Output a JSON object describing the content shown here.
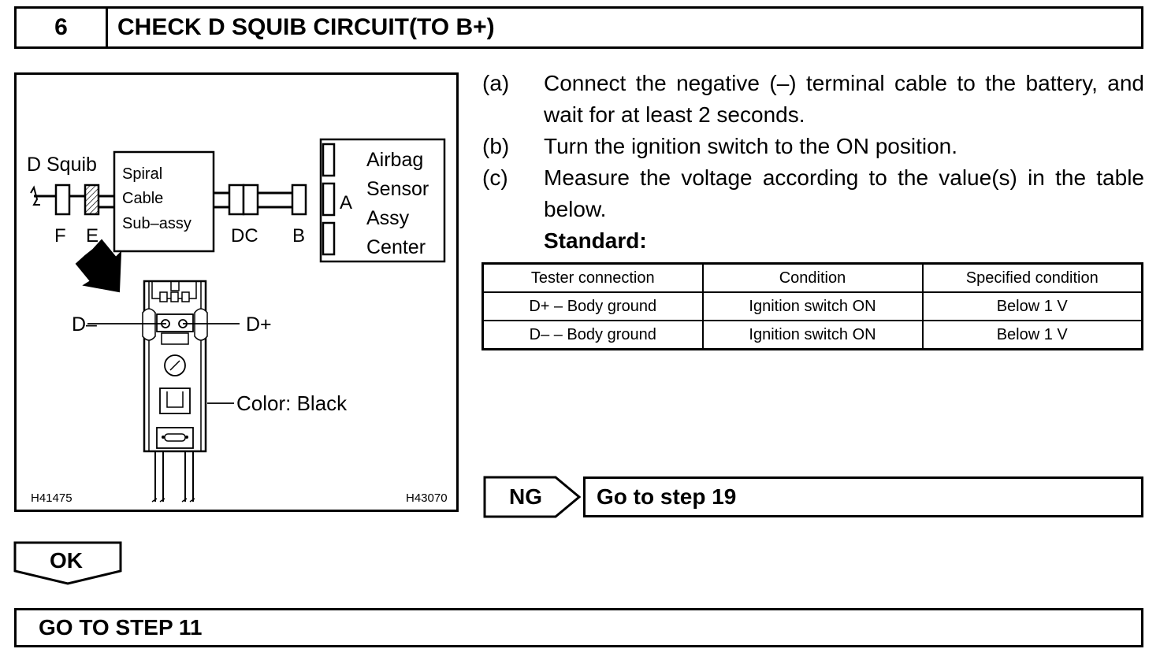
{
  "step": {
    "number": "6",
    "title": "CHECK D SQUIB CIRCUIT(TO B+)"
  },
  "figure": {
    "labels": {
      "d_squib": "D Squib",
      "spiral_line1": "Spiral",
      "spiral_line2": "Cable",
      "spiral_line3": "Sub–assy",
      "airbag_line1": "Airbag",
      "airbag_line2": "Sensor",
      "airbag_line3": "Assy",
      "airbag_line4": "Center",
      "connector_a": "A",
      "connector_f": "F",
      "connector_e": "E",
      "connector_dc": "DC",
      "connector_b": "B",
      "terminal_d_minus": "D–",
      "terminal_d_plus": "D+",
      "color": "Color: Black",
      "code_left": "H41475",
      "code_right": "H43070"
    }
  },
  "procedure": [
    {
      "label": "(a)",
      "text": "Connect the negative (–) terminal cable to the battery, and wait for at least 2 seconds."
    },
    {
      "label": "(b)",
      "text": "Turn the ignition switch to the ON position."
    },
    {
      "label": "(c)",
      "text": "Measure the voltage according to the value(s) in the table below."
    }
  ],
  "standard_label": "Standard:",
  "table": {
    "headers": [
      "Tester connection",
      "Condition",
      "Specified condition"
    ],
    "rows": [
      [
        "D+ – Body ground",
        "Ignition switch ON",
        "Below 1 V"
      ],
      [
        "D– – Body ground",
        "Ignition switch ON",
        "Below 1 V"
      ]
    ]
  },
  "ng": {
    "label": "NG",
    "target": "Go to step 19"
  },
  "ok": {
    "label": "OK"
  },
  "goto": "GO TO STEP 11"
}
